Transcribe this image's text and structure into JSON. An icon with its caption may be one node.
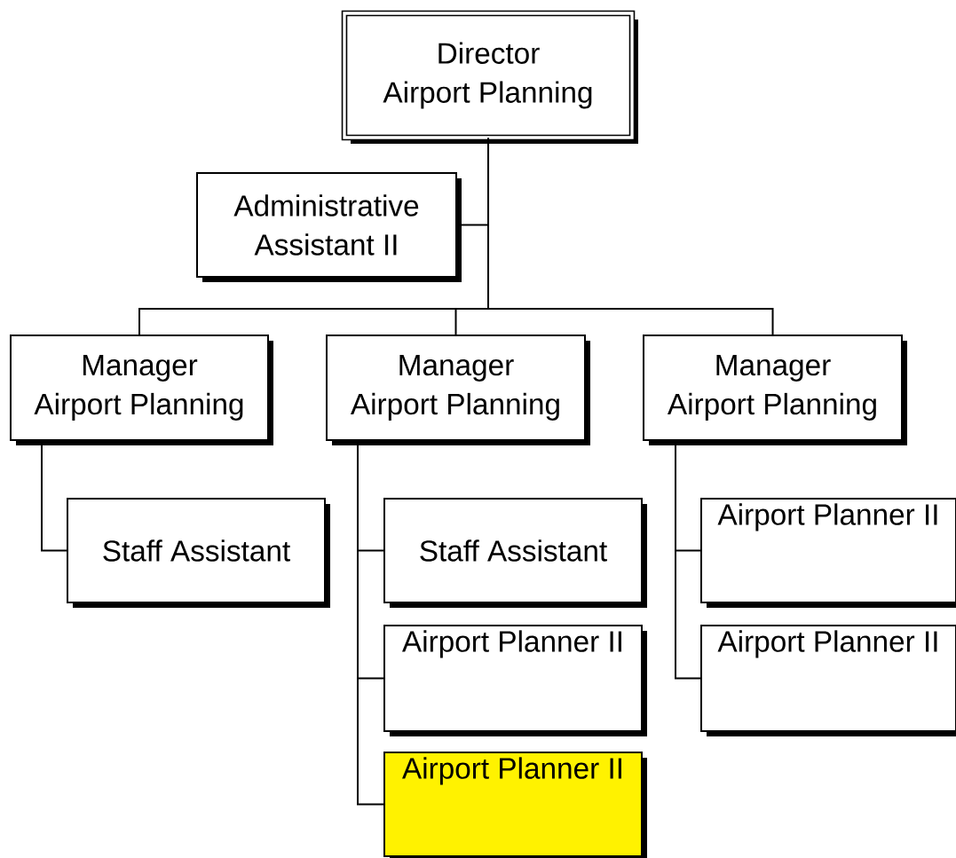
{
  "diagram": {
    "nodes": [
      {
        "text": [
          "Director",
          "Airport Planning"
        ]
      },
      {
        "text": [
          "Administrative Assistant II"
        ]
      },
      {
        "text": [
          "Manager",
          "Airport Planning"
        ]
      },
      {
        "text": [
          "Manager",
          "Airport Planning"
        ]
      },
      {
        "text": [
          "Manager",
          "Airport Planning"
        ]
      },
      {
        "text": [
          "Staff Assistant"
        ]
      },
      {
        "text": [
          "Staff Assistant"
        ]
      },
      {
        "text": [
          "Airport Planner II"
        ]
      },
      {
        "text": [
          "Airport Planner II"
        ]
      },
      {
        "text": [
          "Airport Planner II"
        ]
      },
      {
        "text": [
          "Airport Planner II"
        ]
      }
    ],
    "edges": [
      {
        "from": 0,
        "to": 1,
        "arrow": "none"
      },
      {
        "from": 0,
        "to": 2,
        "arrow": "none"
      },
      {
        "from": 0,
        "to": 3,
        "arrow": "none"
      },
      {
        "from": 0,
        "to": 4,
        "arrow": "none"
      },
      {
        "from": 2,
        "to": 5,
        "arrow": "none"
      },
      {
        "from": 3,
        "to": 6,
        "arrow": "none"
      },
      {
        "from": 3,
        "to": 7,
        "arrow": "none"
      },
      {
        "from": 3,
        "to": 8,
        "arrow": "none"
      },
      {
        "from": 4,
        "to": 9,
        "arrow": "none"
      },
      {
        "from": 4,
        "to": 10,
        "arrow": "none"
      }
    ]
  }
}
